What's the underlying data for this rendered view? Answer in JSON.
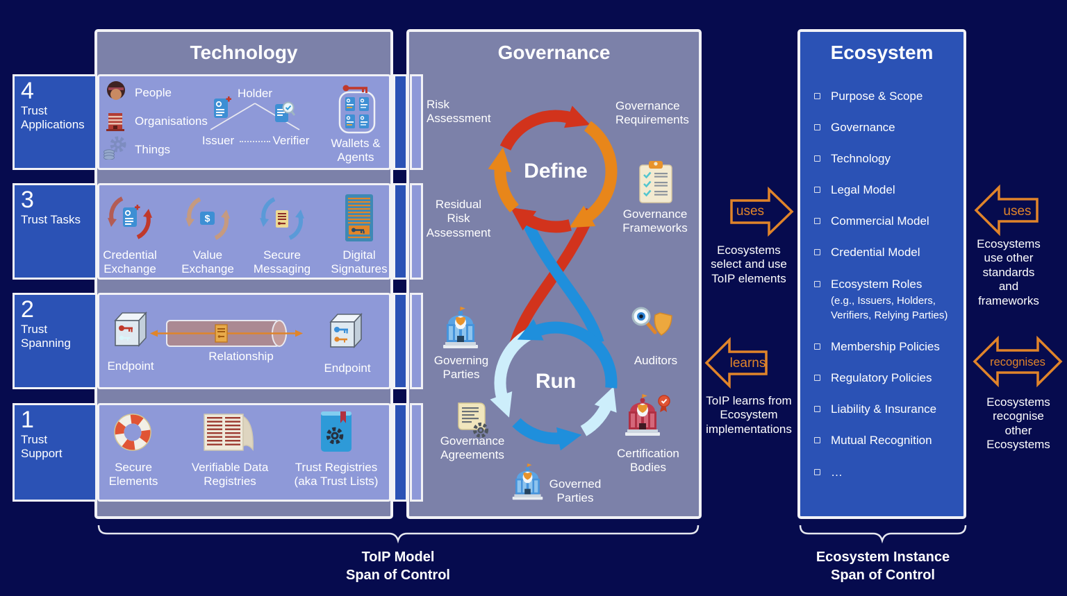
{
  "panels": {
    "technology": {
      "title": "Technology"
    },
    "governance_panel": {
      "title": "Governance"
    },
    "ecosystem": {
      "title": "Ecosystem",
      "items": [
        {
          "label": "Purpose & Scope"
        },
        {
          "label": "Governance"
        },
        {
          "label": "Technology"
        },
        {
          "label": "Legal Model"
        },
        {
          "label": "Commercial Model"
        },
        {
          "label": "Credential Model"
        },
        {
          "label": "Ecosystem Roles",
          "note": "(e.g., Issuers, Holders,\nVerifiers, Relying Parties)"
        },
        {
          "label": "Membership Policies"
        },
        {
          "label": "Regulatory Policies"
        },
        {
          "label": "Liability & Insurance"
        },
        {
          "label": "Mutual Recognition"
        },
        {
          "label": "…"
        }
      ]
    }
  },
  "layers": [
    {
      "number": "4",
      "name": "Trust\nApplications"
    },
    {
      "number": "3",
      "name": "Trust Tasks"
    },
    {
      "number": "2",
      "name": "Trust\nSpanning"
    },
    {
      "number": "1",
      "name": "Trust Support"
    }
  ],
  "layer4": {
    "actors": [
      "People",
      "Organisations",
      "Things"
    ],
    "holder": "Holder",
    "issuer": "Issuer",
    "verifier": "Verifier",
    "wallets": "Wallets &\nAgents"
  },
  "layer3": {
    "items": [
      "Credential\nExchange",
      "Value\nExchange",
      "Secure\nMessaging",
      "Digital\nSignatures"
    ]
  },
  "layer2": {
    "endpoint_left": "Endpoint",
    "relationship": "Relationship",
    "endpoint_right": "Endpoint"
  },
  "layer1": {
    "items": [
      "Secure\nElements",
      "Verifiable Data\nRegistries",
      "Trust Registries\n(aka Trust Lists)"
    ]
  },
  "governance": {
    "risk_assessment": "Risk\nAssessment",
    "governance_requirements": "Governance\nRequirements",
    "define": "Define",
    "residual_risk_assessment": "Residual\nRisk\nAssessment",
    "governance_frameworks": "Governance\nFrameworks",
    "governing_parties": "Governing\nParties",
    "auditors": "Auditors",
    "run": "Run",
    "governance_agreements": "Governance\nAgreements",
    "certification_bodies": "Certification\nBodies",
    "governed_parties": "Governed\nParties"
  },
  "connectors": {
    "uses_mid": {
      "label": "uses",
      "caption": "Ecosystems\nselect and use\nToIP elements"
    },
    "learns": {
      "label": "learns",
      "caption": "ToIP learns from\nEcosystem\nimplementations"
    },
    "uses_right": {
      "label": "uses",
      "caption": "Ecosystems\nuse other\nstandards\nand\nframeworks"
    },
    "recognises": {
      "label": "recognises",
      "caption": "Ecosystems\nrecognise\nother\nEcosystems"
    }
  },
  "braces": {
    "toip": "ToIP Model\nSpan of Control",
    "ecosystem": "Ecosystem Instance\nSpan of Control"
  },
  "colors": {
    "background": "#060b4e",
    "panel_gray": "#7c81a9",
    "row_periwinkle": "#8e99d8",
    "blue_box": "#2b52b5",
    "border_white": "#f2f2f6",
    "orange": "#e0842a",
    "red_arrow": "#d2331c",
    "orange_arrow": "#e8861a",
    "blue_arrow": "#1f8fdc",
    "pale_blue_arrow": "#cdeefb"
  }
}
